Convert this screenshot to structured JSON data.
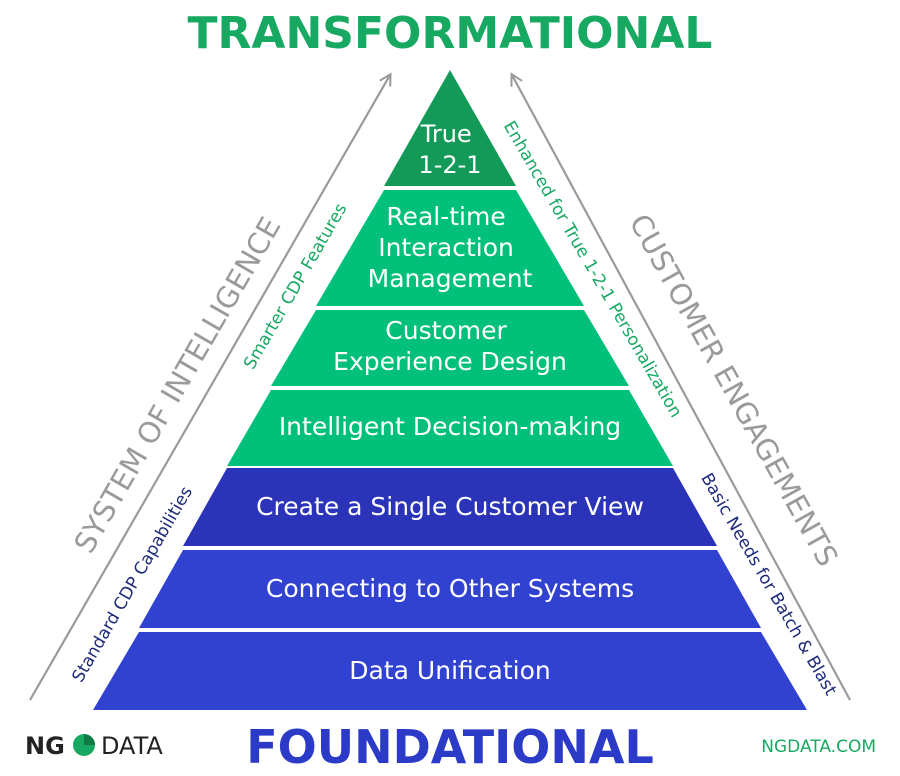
{
  "top_title": "TRANSFORMATIONAL",
  "bottom_title": "FOUNDATIONAL",
  "colors": {
    "green_text": "#17a862",
    "blue_text": "#2b3bc8",
    "gray": "#9a9a9a",
    "tier_dark_green": "#139a58",
    "tier_green": "#00c07a",
    "tier_dark_blue": "#2b34b8",
    "tier_blue": "#3242d0",
    "navy_text": "#1e2a7a"
  },
  "tiers": [
    {
      "lines": [
        "True",
        "1-2-1"
      ]
    },
    {
      "lines": [
        "Real-time",
        "Interaction",
        "Management"
      ]
    },
    {
      "lines": [
        "Customer",
        "Experience Design"
      ]
    },
    {
      "lines": [
        "Intelligent Decision-making"
      ]
    },
    {
      "lines": [
        "Create a Single Customer View"
      ]
    },
    {
      "lines": [
        "Connecting to Other Systems"
      ]
    },
    {
      "lines": [
        "Data Unification"
      ]
    }
  ],
  "left_outer_label": "SYSTEM OF INTELLIGENCE",
  "right_outer_label": "CUSTOMER ENGAGEMENTS",
  "left_upper_label": "Smarter CDP Features",
  "left_lower_label": "Standard CDP Capabilities",
  "right_upper_label": "Enhanced for True 1-2-1 Personalization",
  "right_lower_label": "Basic Needs for Batch & Blast",
  "logo": {
    "left": "NG",
    "right": "DATA"
  },
  "website": "NGDATA.COM"
}
